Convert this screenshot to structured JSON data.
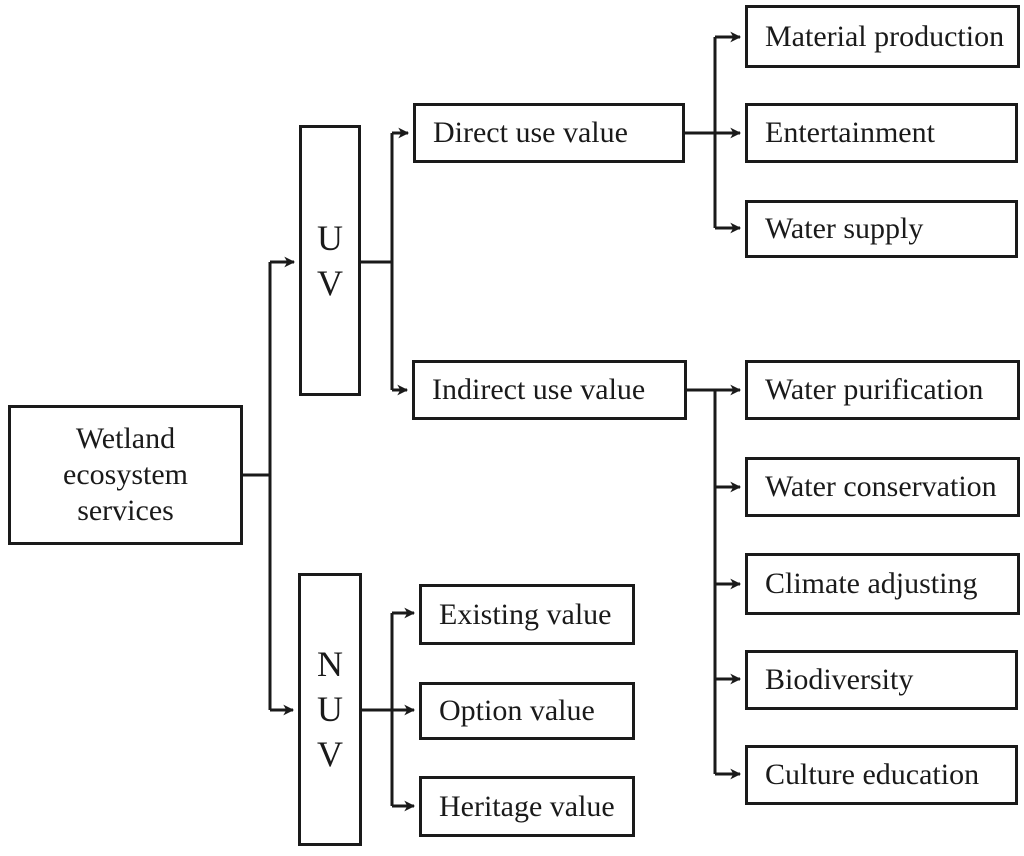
{
  "colors": {
    "line": "#1a1a1a",
    "background": "#ffffff",
    "text": "#1a1a1a"
  },
  "nodes": {
    "root": {
      "label": "Wetland\necosystem\nservices"
    },
    "uv": {
      "label": "U\nV"
    },
    "nuv": {
      "label": "N\nU\nV"
    },
    "direct": {
      "label": "Direct use value"
    },
    "indirect": {
      "label": "Indirect use value"
    },
    "existing": {
      "label": "Existing value"
    },
    "option": {
      "label": "Option value"
    },
    "heritage": {
      "label": "Heritage value"
    },
    "material": {
      "label": "Material production"
    },
    "entertainment": {
      "label": "Entertainment"
    },
    "water_supply": {
      "label": "Water supply"
    },
    "water_purification": {
      "label": "Water purification"
    },
    "water_conservation": {
      "label": "Water conservation"
    },
    "climate_adjusting": {
      "label": "Climate adjusting"
    },
    "biodiversity": {
      "label": "Biodiversity"
    },
    "culture_education": {
      "label": "Culture education"
    }
  },
  "edges": [
    {
      "from": "root",
      "to": "uv"
    },
    {
      "from": "root",
      "to": "nuv"
    },
    {
      "from": "uv",
      "to": "direct"
    },
    {
      "from": "uv",
      "to": "indirect"
    },
    {
      "from": "nuv",
      "to": "existing"
    },
    {
      "from": "nuv",
      "to": "option"
    },
    {
      "from": "nuv",
      "to": "heritage"
    },
    {
      "from": "direct",
      "to": "material"
    },
    {
      "from": "direct",
      "to": "entertainment"
    },
    {
      "from": "direct",
      "to": "water_supply"
    },
    {
      "from": "indirect",
      "to": "water_purification"
    },
    {
      "from": "indirect",
      "to": "water_conservation"
    },
    {
      "from": "indirect",
      "to": "climate_adjusting"
    },
    {
      "from": "indirect",
      "to": "biodiversity"
    },
    {
      "from": "indirect",
      "to": "culture_education"
    }
  ]
}
